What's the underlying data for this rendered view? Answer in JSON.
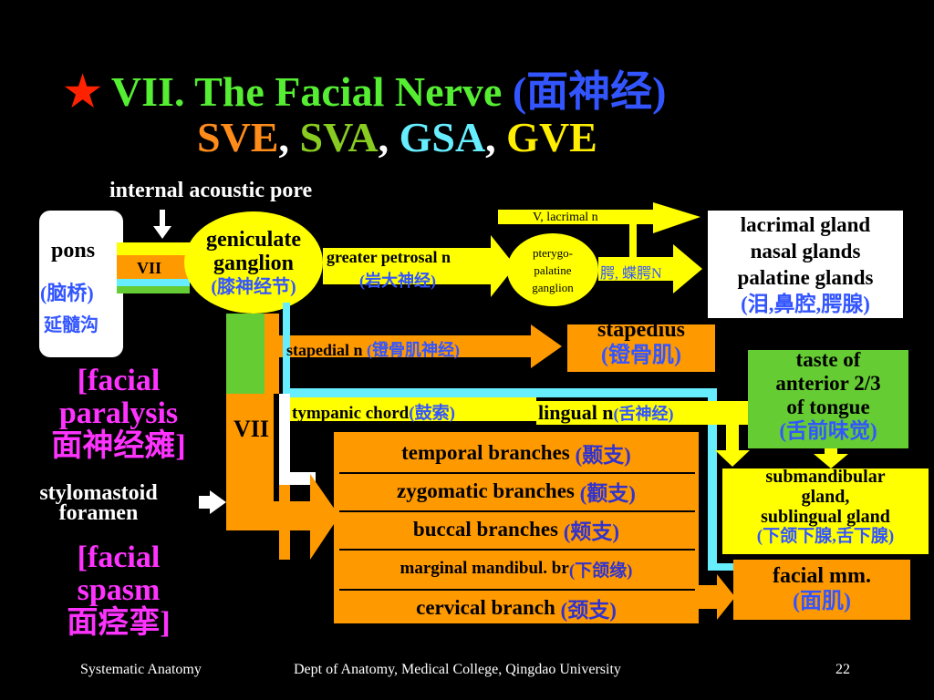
{
  "title": {
    "star": "★",
    "main": "VII. The Facial Nerve",
    "chinese": "(面神经)",
    "sve": "SVE",
    "sva": "SVA",
    "gsa": "GSA",
    "gve": "GVE",
    "comma": ","
  },
  "labels": {
    "internal_acoustic_pore": "internal acoustic pore",
    "pons": "pons",
    "pons_cn": "(脑桥)",
    "medullary_groove": "延髓沟",
    "vii_small": "VII",
    "vii_large": "VII",
    "geniculate_1": "geniculate",
    "geniculate_2": "ganglion",
    "geniculate_cn": "(膝神经节)",
    "greater_petrosal": "greater petrosal n",
    "greater_petrosal_cn": "(岩大神经)",
    "pterygo_1": "pterygo-",
    "pterygo_2": "palatine",
    "pterygo_3": "ganglion",
    "v_lacrimal": "V, lacrimal n",
    "palatine_cn": "腭, 蝶腭N",
    "glands_1": "lacrimal gland",
    "glands_2": "nasal glands",
    "glands_3": "palatine glands",
    "glands_cn": "(泪,鼻腔,腭腺)",
    "stapedial": "stapedial n",
    "stapedial_cn": "(镫骨肌神经)",
    "stapedius": "stapedius",
    "stapedius_cn": "(镫骨肌)",
    "taste_1": "taste of",
    "taste_2": "anterior 2/3",
    "taste_3": "of tongue",
    "taste_cn": "(舌前味觉)",
    "tympanic": "tympanic chord",
    "tympanic_cn": "(鼓索)",
    "lingual": "lingual n",
    "lingual_cn": "(舌神经)",
    "sub_1": "submandibular",
    "sub_2": "gland,",
    "sub_3": "sublingual gland",
    "sub_cn": "(下颌下腺,舌下腺)",
    "facial_paralysis_1": "[facial",
    "facial_paralysis_2": "paralysis",
    "facial_paralysis_cn": "面神经瘫]",
    "stylomastoid_1": "stylomastoid",
    "stylomastoid_2": "foramen",
    "facial_spasm_1": "[facial",
    "facial_spasm_2": "spasm",
    "facial_spasm_cn": "面痉挛]",
    "facial_mm": "facial mm.",
    "facial_mm_cn": "(面肌)"
  },
  "branches": [
    {
      "en": "temporal branches",
      "cn": "(颞支)"
    },
    {
      "en": "zygomatic branches",
      "cn": "(颧支)"
    },
    {
      "en": "buccal branches",
      "cn": "(颊支)"
    },
    {
      "en": "marginal mandibul. br",
      "cn": "(下颌缘)"
    },
    {
      "en": "cervical branch",
      "cn": "(颈支)"
    }
  ],
  "footer": {
    "left": "Systematic Anatomy",
    "center": "Dept of Anatomy, Medical College, Qingdao University",
    "page": "22"
  },
  "colors": {
    "orange": "#ff9900",
    "yellow": "#ffff00",
    "cyan": "#66eeff",
    "green": "#66cc33"
  }
}
